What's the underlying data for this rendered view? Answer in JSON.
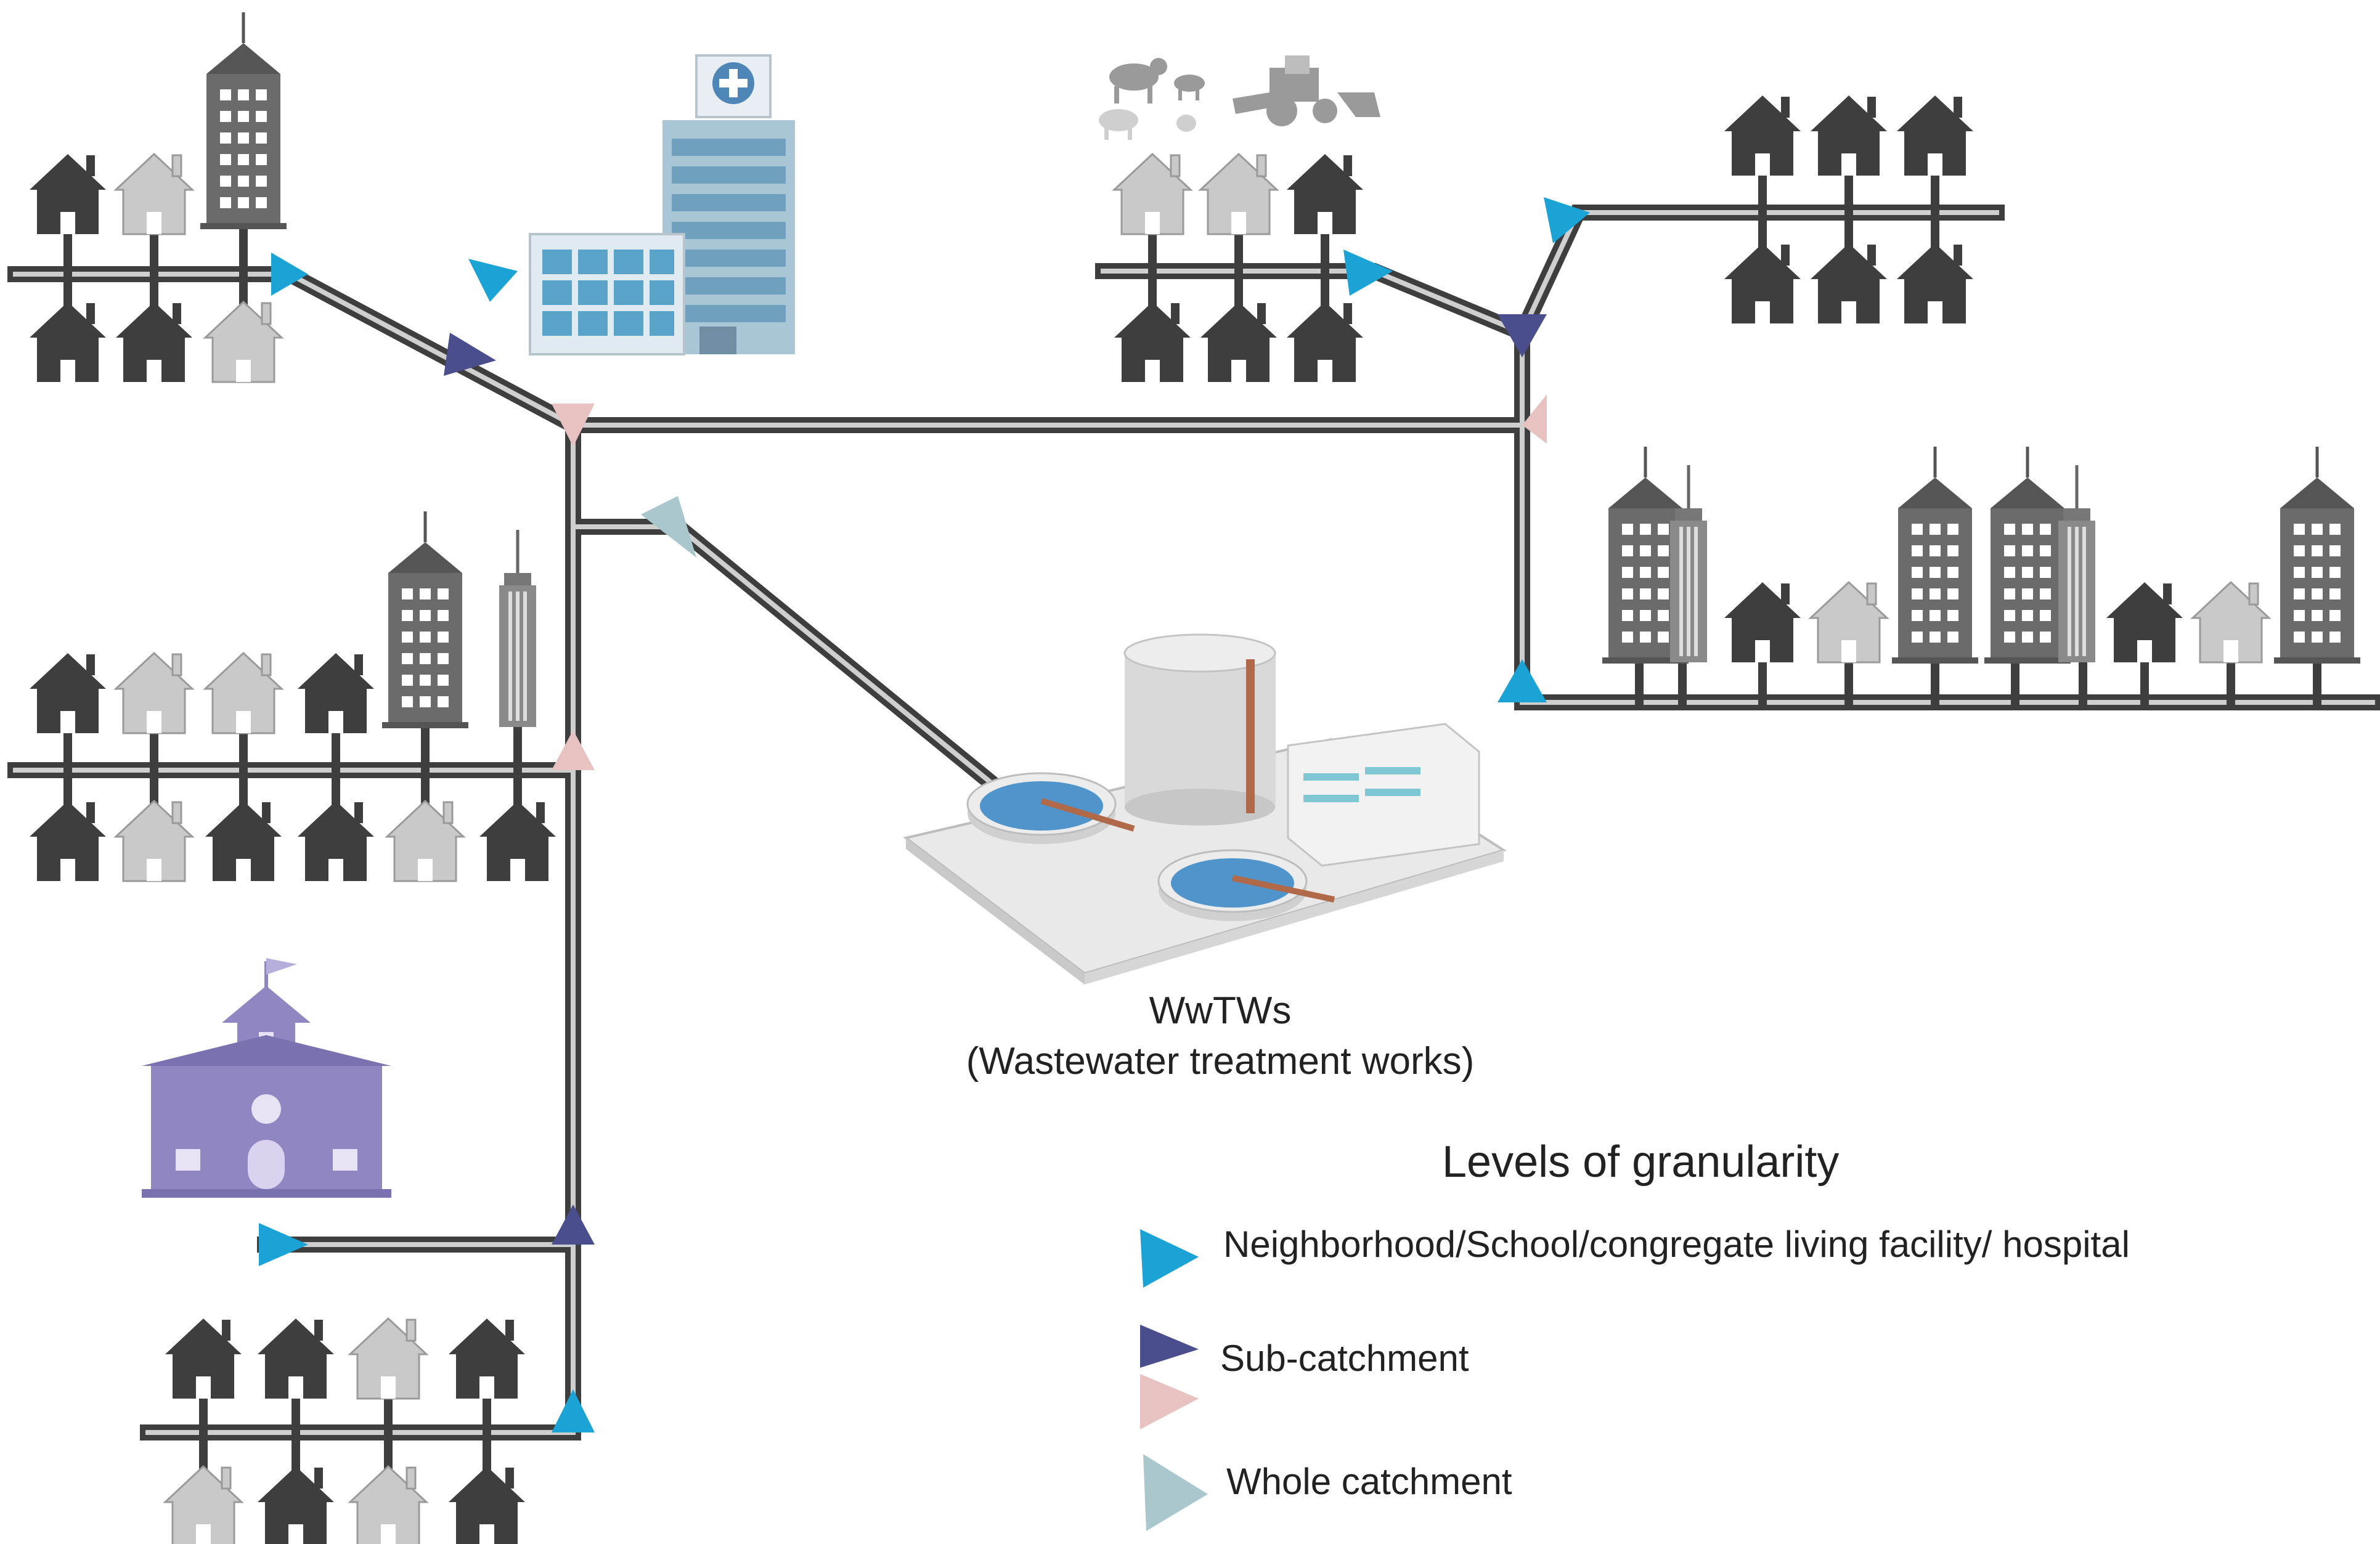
{
  "wwtw": {
    "line1": "WwTWs",
    "line2": "(Wastewater treatment works)"
  },
  "legend": {
    "title": "Levels of granularity",
    "items": [
      {
        "label": "Neighborhood/School/congregate living facility/ hospital",
        "colors": [
          "#1aa3d4"
        ]
      },
      {
        "label": "Sub-catchment",
        "colors": [
          "#4a4e8c",
          "#e8c2c0"
        ]
      },
      {
        "label": "Whole catchment",
        "colors": [
          "#a9c7cc"
        ]
      }
    ]
  },
  "colors": {
    "neighborhood": "#1aa3d4",
    "subcatchment_dark": "#4a4e8c",
    "subcatchment_pink": "#e8c2c0",
    "whole": "#a9c7cc",
    "house_dark": "#3e3e3e",
    "house_light": "#c9c9c9",
    "school": "#8f86c2"
  }
}
